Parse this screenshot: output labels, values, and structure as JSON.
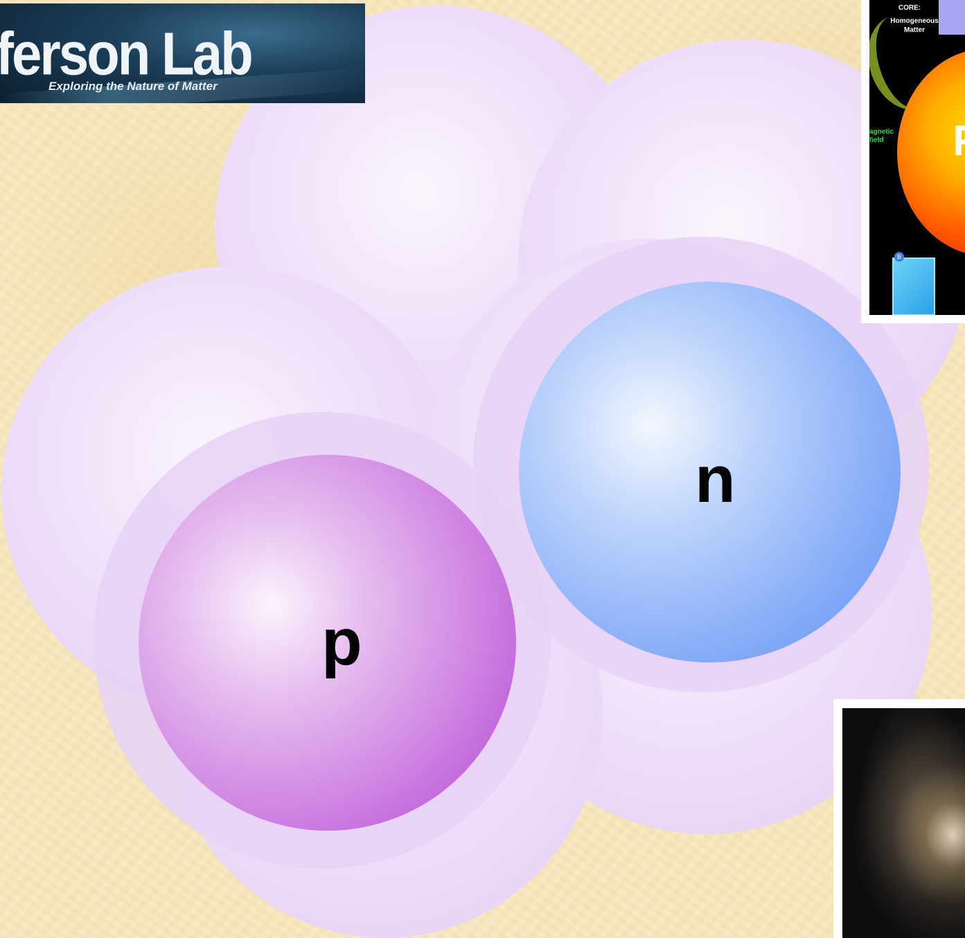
{
  "banner": {
    "title": "ferson Lab",
    "tagline": "Exploring the Nature of Matter"
  },
  "nucleus": {
    "proton_label": "p",
    "neutron_label": "n",
    "colors": {
      "proton": "#b140d6",
      "neutron": "#5d90f3",
      "cloud": "#e9d6f7"
    }
  },
  "star_figure": {
    "core_heading": "CORE:",
    "core_text": "Homogeneous Matter",
    "letter": "F",
    "field_label": "agnetic field",
    "lattice_badge": "B"
  },
  "galaxy_figure": {
    "description_icon": "galaxy-image"
  }
}
